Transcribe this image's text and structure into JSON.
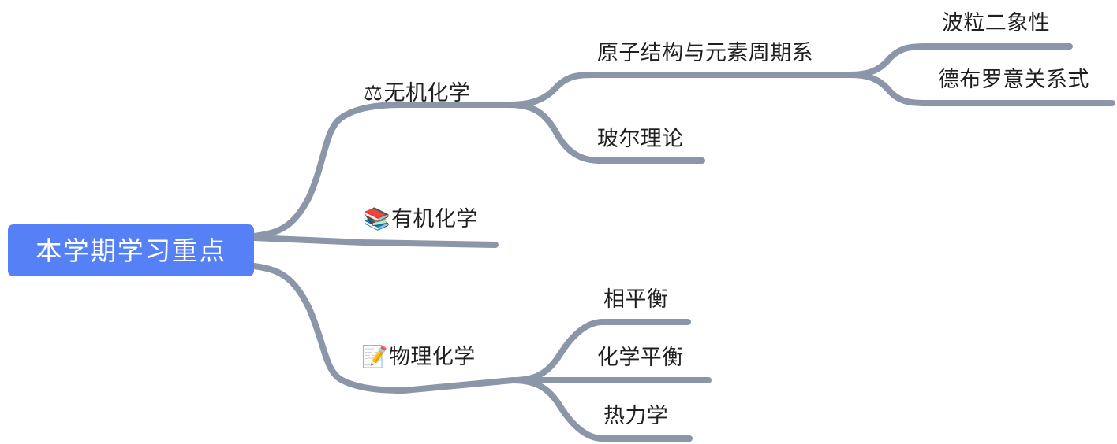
{
  "diagram": {
    "type": "mind-map",
    "orientation": "left-to-right",
    "background_color": "#ffffff",
    "connector_color": "#8b97a8",
    "text_color": "#1f1f1f"
  },
  "root": {
    "text": "本学期学习重点",
    "background_color": "#5680f5",
    "text_color": "#ffffff"
  },
  "branches": [
    {
      "id": "inorganic",
      "icon": "⚖",
      "icon_name": "balance-scale-icon",
      "text": "无机化学",
      "children": [
        {
          "id": "atomic-structure",
          "text": "原子结构与元素周期系",
          "children": [
            {
              "id": "wave-particle",
              "text": "波粒二象性"
            },
            {
              "id": "de-broglie",
              "text": "德布罗意关系式"
            }
          ]
        },
        {
          "id": "bohr-theory",
          "text": "玻尔理论",
          "children": []
        }
      ]
    },
    {
      "id": "organic",
      "icon": "📚",
      "icon_name": "books-icon",
      "text": "有机化学",
      "children": []
    },
    {
      "id": "physical",
      "icon": "📝",
      "icon_name": "memo-icon",
      "text": "物理化学",
      "children": [
        {
          "id": "phase-equilibrium",
          "text": "相平衡",
          "children": []
        },
        {
          "id": "chemical-equilibrium",
          "text": "化学平衡",
          "children": []
        },
        {
          "id": "thermodynamics",
          "text": "热力学",
          "children": []
        }
      ]
    }
  ]
}
